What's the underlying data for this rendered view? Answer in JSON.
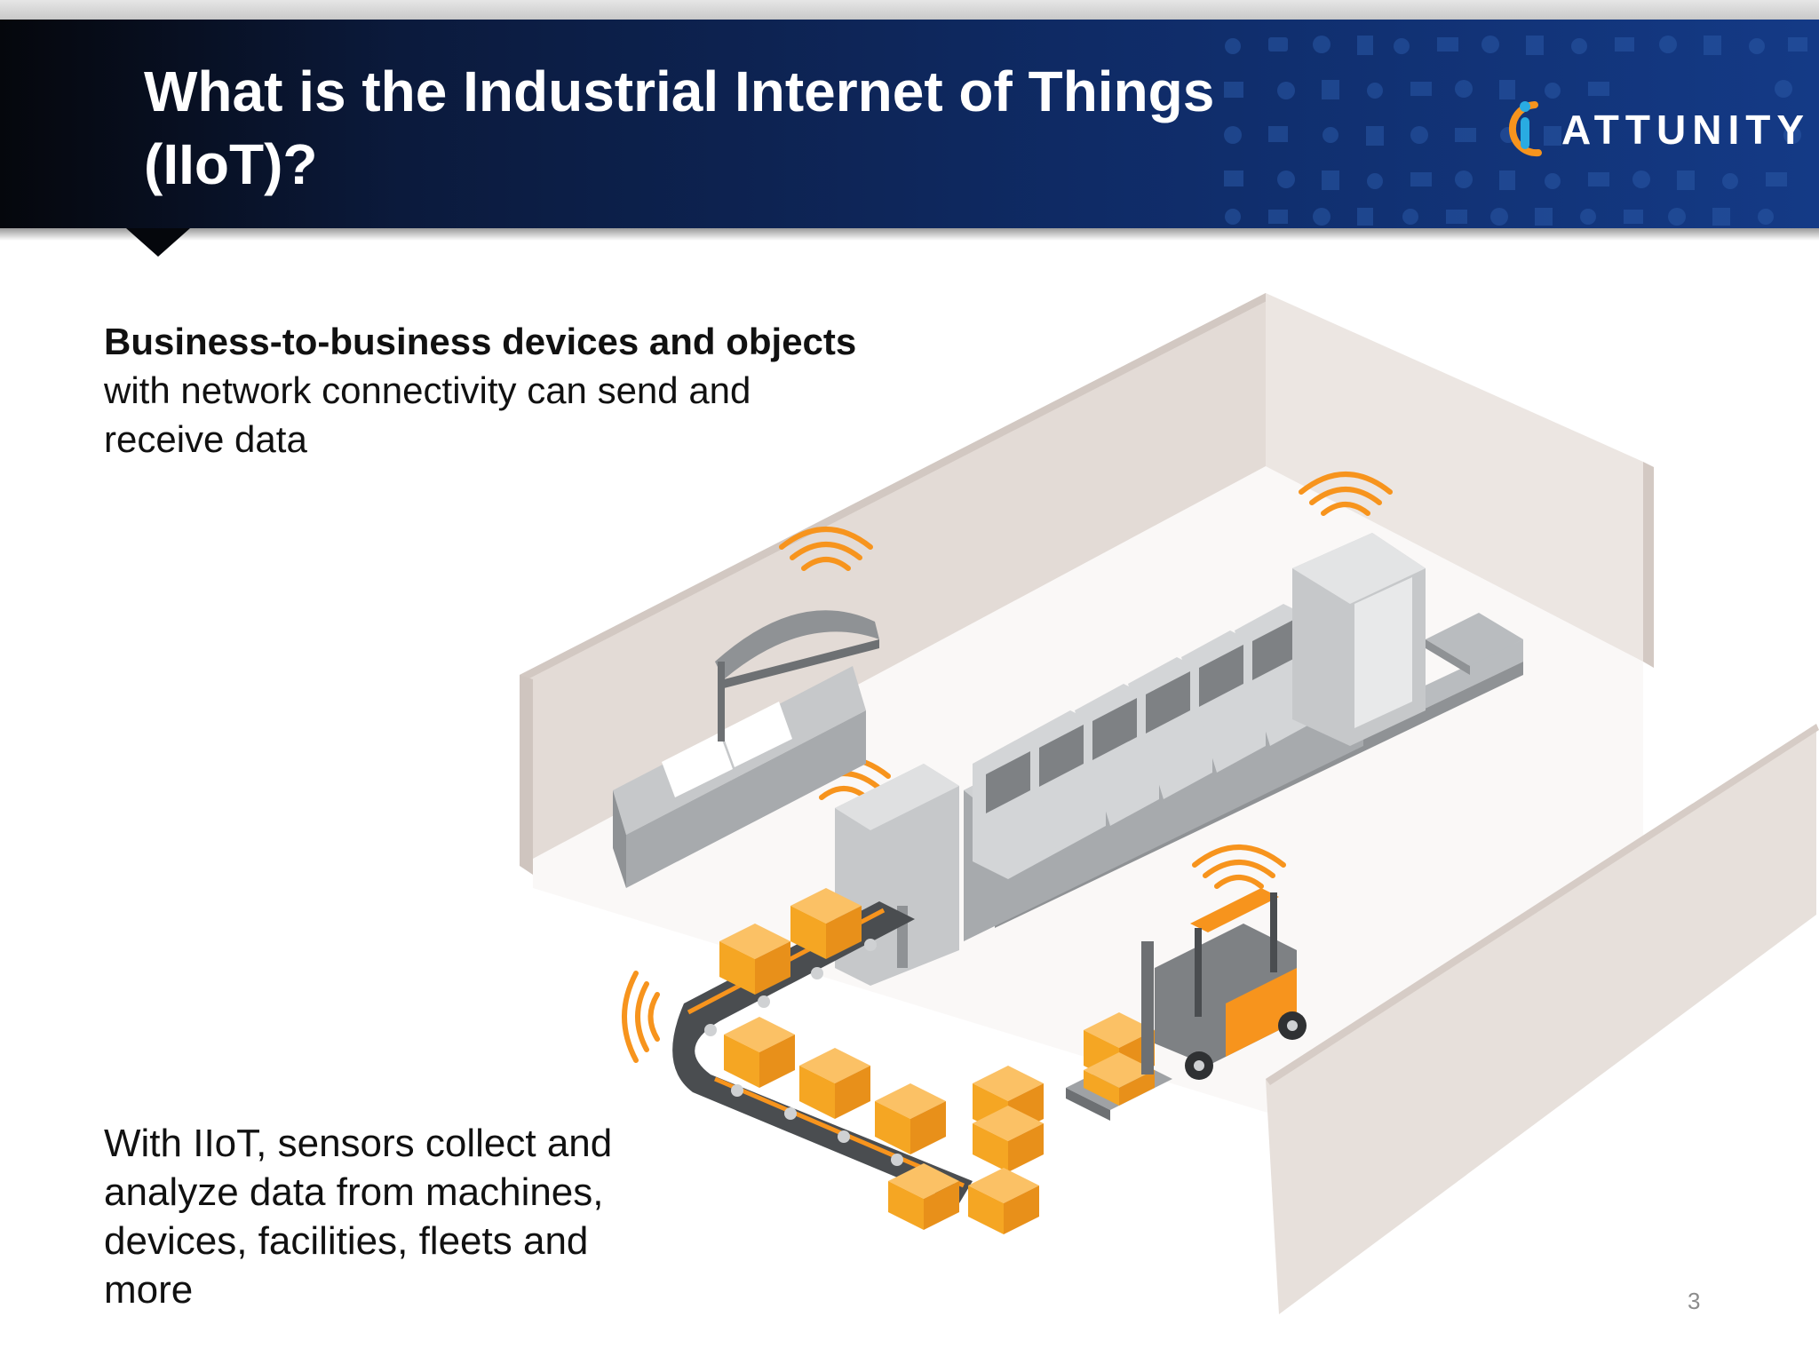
{
  "header": {
    "title": "What is the Industrial Internet of Things (IIoT)?"
  },
  "logo": {
    "text": "ATTUNITY",
    "mark_colors": [
      "#f7941d",
      "#29abe2"
    ]
  },
  "intro": {
    "bold": "Business-to-business devices and objects",
    "rest": "with network connectivity can send and receive data"
  },
  "footer": {
    "text": "With IIoT, sensors collect and analyze data from machines, devices, facilities, fleets and more"
  },
  "page_number": "3",
  "illustration": {
    "scene": "isometric factory floor with printing press, control panel, conveyor belt and forklift",
    "icons": [
      "wifi-signal-icon",
      "printing-press",
      "control-panel",
      "conveyor-belt",
      "forklift",
      "boxes"
    ],
    "colors": {
      "wall": "#e3dbd6",
      "machine": "#9fa2a5",
      "accent": "#f7941d",
      "box": "#f5a623"
    }
  }
}
